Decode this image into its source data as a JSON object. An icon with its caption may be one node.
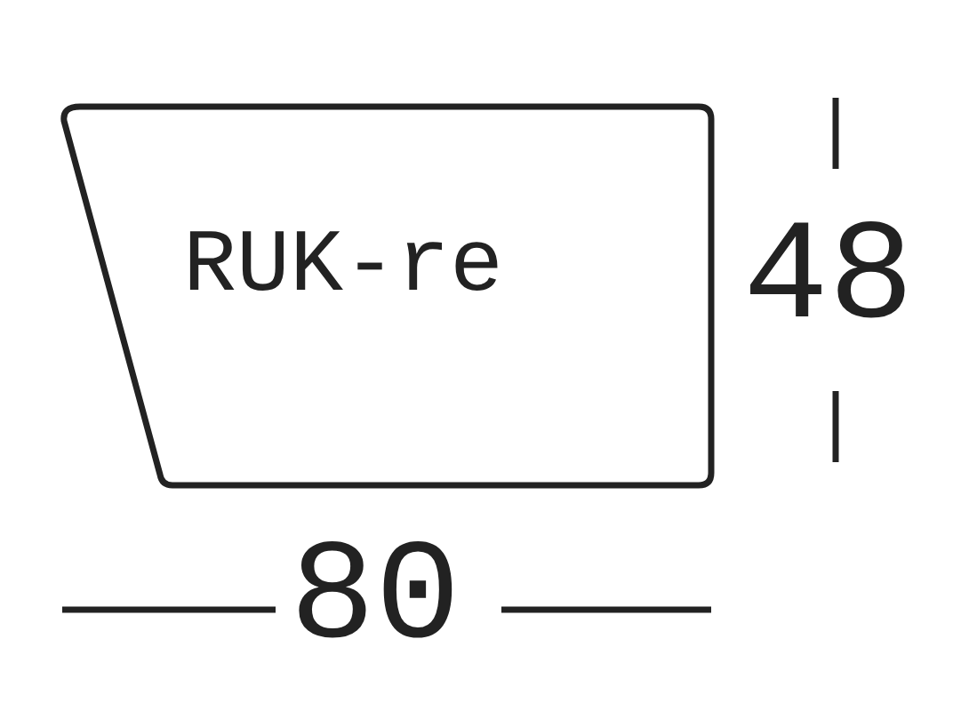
{
  "diagram": {
    "nodes": [
      {
        "text": [
          "RUK-re"
        ]
      }
    ],
    "edges": [],
    "labels": [
      "48",
      "80"
    ]
  }
}
